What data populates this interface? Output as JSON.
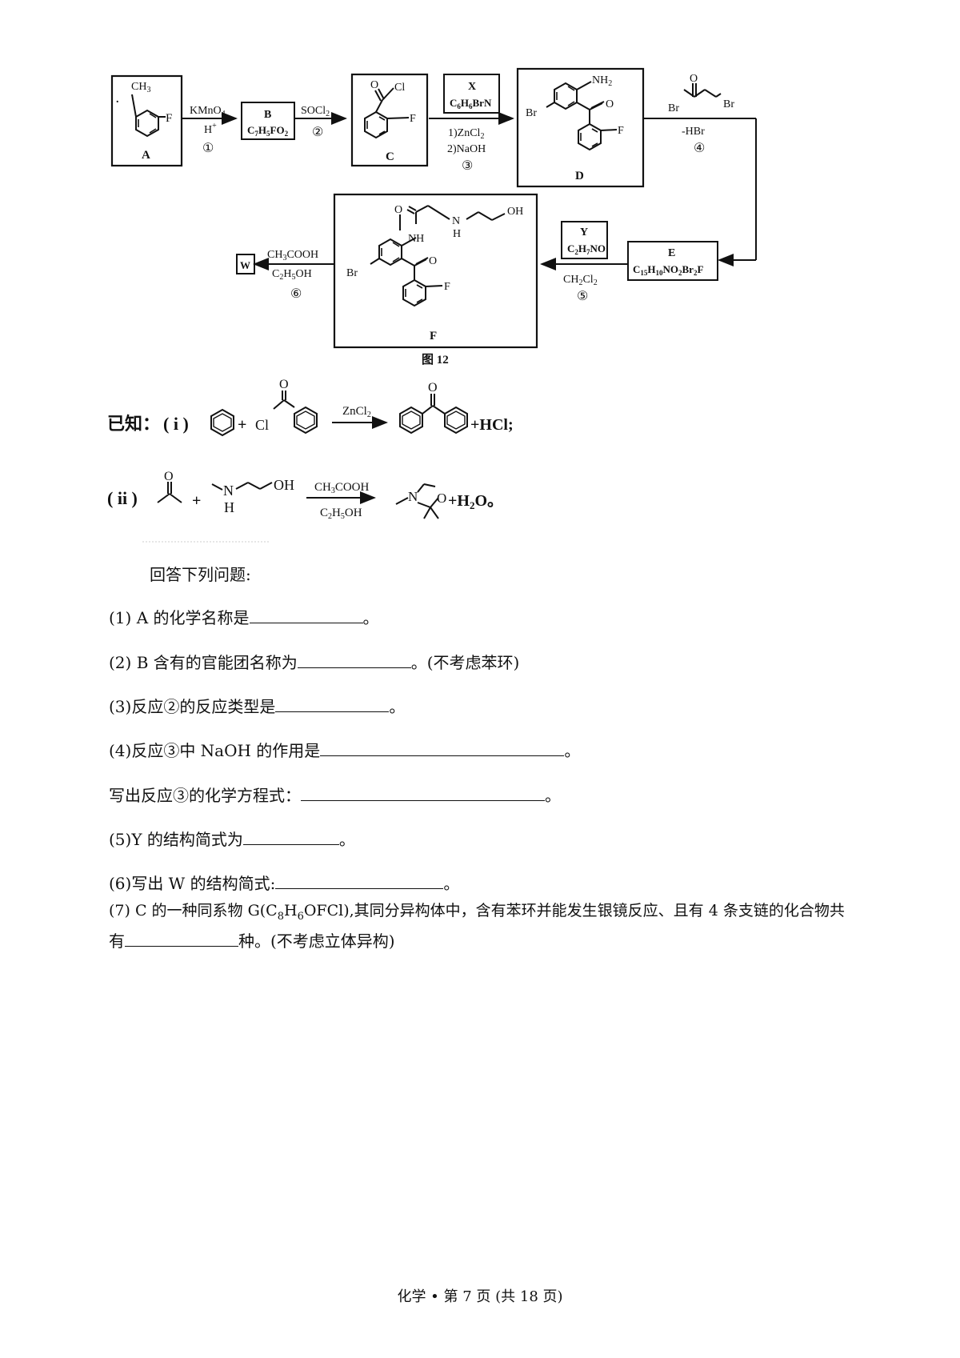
{
  "scheme": {
    "figure_label": "图 12",
    "compounds": {
      "A": {
        "label": "A",
        "substituents": [
          "CH3",
          "F"
        ]
      },
      "B": {
        "label": "B",
        "formula_parts": [
          "C",
          "7",
          "H",
          "5",
          "FO",
          "2"
        ]
      },
      "C": {
        "label": "C",
        "groups": [
          "O",
          "Cl",
          "F"
        ]
      },
      "X": {
        "label": "X",
        "formula_parts": [
          "C",
          "6",
          "H",
          "6",
          "BrN"
        ]
      },
      "D": {
        "label": "D",
        "groups": [
          "NH2",
          "Br",
          "O",
          "F"
        ]
      },
      "E": {
        "label": "E",
        "formula_parts": [
          "C",
          "15",
          "H",
          "10",
          "NO",
          "2",
          "Br",
          "2",
          "F"
        ]
      },
      "Y": {
        "label": "Y",
        "formula_parts": [
          "C",
          "2",
          "H",
          "7",
          "NO"
        ]
      },
      "F": {
        "label": "F",
        "groups": [
          "O",
          "NH",
          "N",
          "H",
          "OH",
          "Br",
          "O",
          "F"
        ]
      },
      "W": {
        "label": "W"
      }
    },
    "steps": {
      "1": {
        "reagent_top": "KMnO4",
        "reagent_bottom": "H+",
        "number": "①"
      },
      "2": {
        "reagent_top": "SOCl2",
        "number": "②"
      },
      "3": {
        "reagent_lines": [
          "1)ZnCl2",
          "2)NaOH"
        ],
        "number": "③"
      },
      "4": {
        "reagent_groups": [
          "O",
          "Br",
          "Br"
        ],
        "reagent_bottom": "-HBr",
        "number": "④"
      },
      "5": {
        "reagent_bottom": "CH2Cl2",
        "number": "⑤"
      },
      "6": {
        "reagent_top": "CH3COOH",
        "reagent_bottom": "C2H5OH",
        "number": "⑥"
      }
    }
  },
  "known": {
    "intro": "已知：",
    "i": {
      "label": "( i )",
      "plus": "+",
      "acyl_chloride": [
        "O",
        "Cl"
      ],
      "reagent": "ZnCl2",
      "product_o": "O",
      "byproduct": "+HCl;"
    },
    "ii": {
      "label": "( ii )",
      "plus": "+",
      "ketone_o": "O",
      "amine": [
        "N",
        "H",
        "OH"
      ],
      "reagent_top": "CH3COOH",
      "reagent_bottom": "C2H5OH",
      "product": [
        "N",
        "O"
      ],
      "byproduct": "+H2O。"
    }
  },
  "questions": {
    "intro": "回答下列问题:",
    "q1": {
      "before": "(1) A 的化学名称是",
      "after": "。"
    },
    "q2": {
      "before": "(2) B 含有的官能团名称为",
      "after": "。(不考虑苯环)"
    },
    "q3": {
      "before": "(3)反应②的反应类型是",
      "after": "。"
    },
    "q4": {
      "before": "(4)反应③中 NaOH 的作用是",
      "after": "。"
    },
    "q4b": {
      "before": "写出反应③的化学方程式：",
      "after": "。"
    },
    "q5": {
      "before": "(5)Y 的结构简式为",
      "after": "。"
    },
    "q6": {
      "before": "(6)写出 W 的结构简式:",
      "after": "。"
    },
    "q7": {
      "line1_a": "(7) C 的一种同系物 G(C",
      "sub8": "8",
      "mid_h": "H",
      "sub6": "6",
      "line1_b": "OFCl),其同分异构体中，含有苯环并能发生银镜反应、且有 4 条支链的化合物共",
      "line2_before": "有",
      "line2_after": "种。(不考虑立体异构)"
    }
  },
  "footer": "化学 • 第 7 页 (共 18 页)"
}
